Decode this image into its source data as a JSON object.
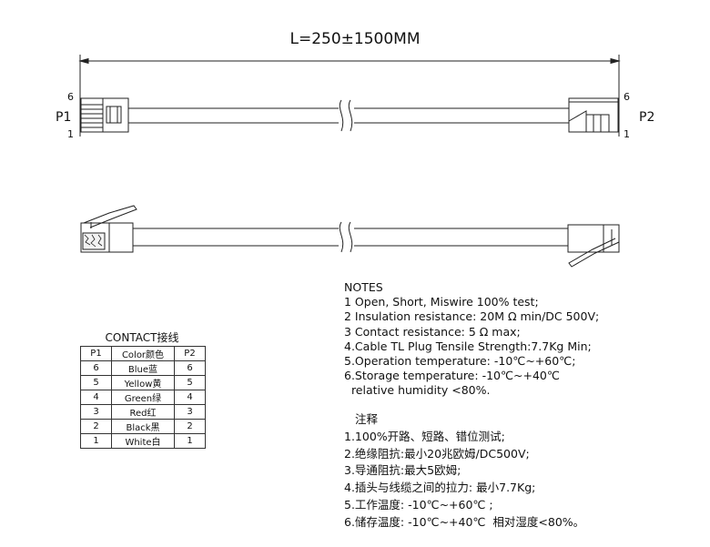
{
  "dimension_label": "L=250±1500MM",
  "top_view": {
    "left_connector": {
      "label": "P1",
      "pin_top": "6",
      "pin_bottom": "1"
    },
    "right_connector": {
      "label": "P2",
      "pin_top": "6",
      "pin_bottom": "1"
    }
  },
  "contact_table": {
    "title": "CONTACT接线",
    "headers": [
      "P1",
      "Color颜色",
      "P2"
    ],
    "rows": [
      [
        "6",
        "Blue蓝",
        "6"
      ],
      [
        "5",
        "Yellow黄",
        "5"
      ],
      [
        "4",
        "Green绿",
        "4"
      ],
      [
        "3",
        "Red红",
        "3"
      ],
      [
        "2",
        "Black黑",
        "2"
      ],
      [
        "1",
        "White白",
        "1"
      ]
    ]
  },
  "notes": {
    "title": "NOTES",
    "lines": [
      "1 Open, Short, Miswire 100% test;",
      "2 Insulation resistance: 20M Ω min/DC 500V;",
      "3 Contact resistance: 5 Ω max;",
      "4.Cable TL Plug Tensile Strength:7.7Kg Min;",
      "5.Operation temperature: -10℃~+60℃;",
      "6.Storage temperature: -10℃~+40℃",
      "  relative humidity <80%."
    ]
  },
  "notes_cn": {
    "title": "注释",
    "lines": [
      "1.100%开路、短路、错位测试;",
      "2.绝缘阻抗:最小20兆欧姆/DC500V;",
      "3.导通阻抗:最大5欧姆;",
      "4.插头与线缆之间的拉力: 最小7.7Kg;",
      "5.工作温度: -10℃~+60℃ ;",
      "6.储存温度: -10℃~+40℃  相对湿度<80%。"
    ]
  }
}
